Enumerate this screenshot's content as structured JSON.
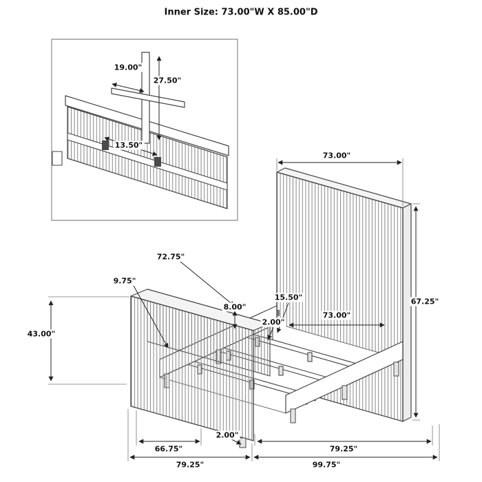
{
  "title": "Inner Size: 73.00\"W X 85.00\"D",
  "inset": {
    "crossbar_width": "19.00\"",
    "mount_post_height": "27.50\"",
    "bracket_spacing": "13.50\""
  },
  "dimensions": {
    "headboard_width": "73.00\"",
    "inner_depth": "72.75\"",
    "side_rail_height": "9.75\"",
    "deck_height": "8.00\"",
    "slat_spacing": "15.50\"",
    "inner_width": "73.00\"",
    "slat_thickness": "2.00\"",
    "footboard_height": "43.00\"",
    "headboard_height": "67.25\"",
    "footboard_inner_width": "66.75\"",
    "leg_height": "2.00\"",
    "rail_length": "79.25\"",
    "footboard_width": "79.25\"",
    "overall_depth": "99.75\""
  },
  "colors": {
    "line": "#3a3a3a",
    "rib": "#8f8f8f",
    "dim_line": "#222222"
  }
}
